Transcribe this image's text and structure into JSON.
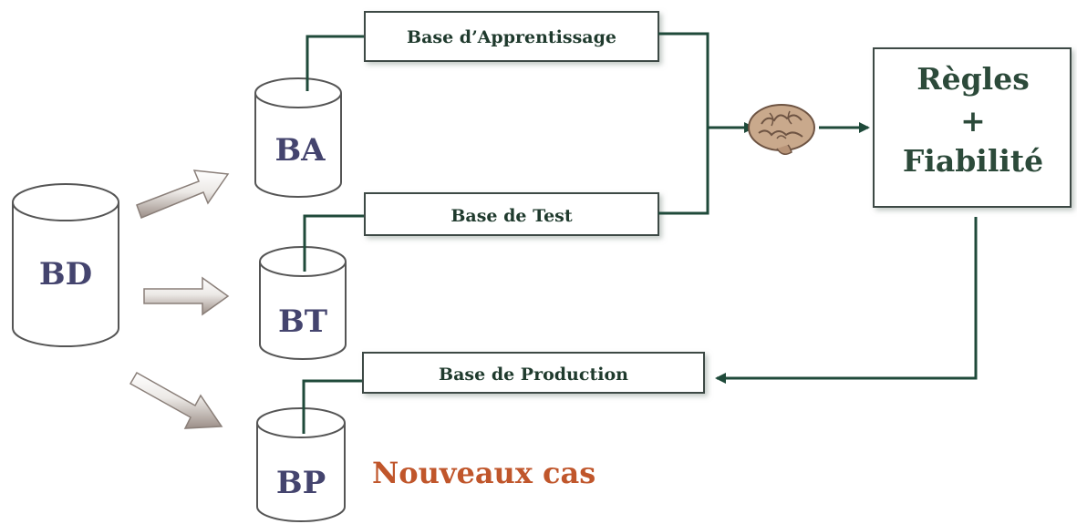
{
  "databases": {
    "bd": "BD",
    "ba": "BA",
    "bt": "BT",
    "bp": "BP"
  },
  "boxes": {
    "apprentissage": "Base d’Apprentissage",
    "test": "Base de Test",
    "production": "Base de Production"
  },
  "rules": {
    "line1": "Règles",
    "line2": "+",
    "line3": "Fiabilité"
  },
  "new_cases": "Nouveaux cas",
  "icons": {
    "brain": "brain-icon"
  },
  "colors": {
    "cylinder_text": "#44446e",
    "box_text": "#1f3a2d",
    "line": "#1f4a3a",
    "rules_text": "#2c4a3a",
    "new_cases": "#c0562b"
  }
}
